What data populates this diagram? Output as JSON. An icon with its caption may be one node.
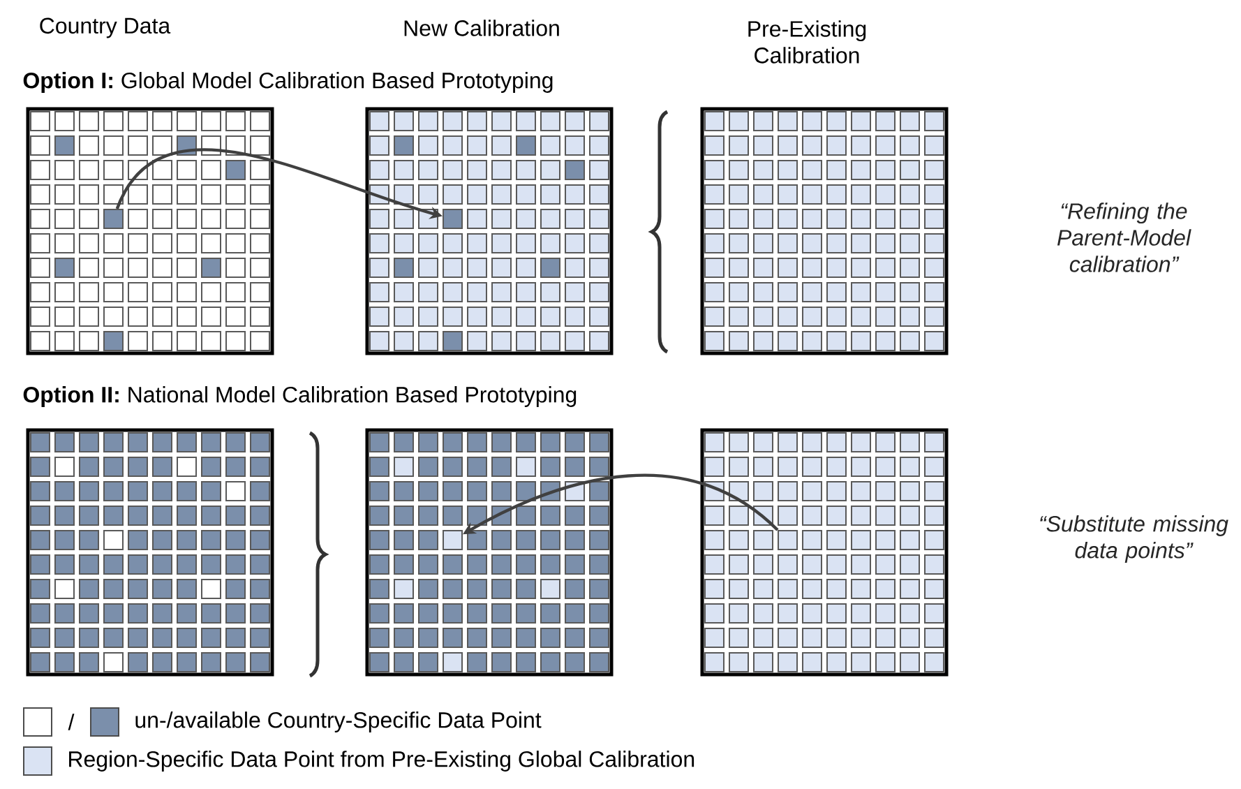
{
  "diagram": {
    "nodes": [
      {
        "text": [],
        "shape": "grid"
      },
      {
        "text": [],
        "shape": "box",
        "in": 0
      },
      {
        "text": [],
        "shape": "grid"
      },
      {
        "text": [],
        "shape": "box",
        "in": 2
      },
      {
        "text": [],
        "shape": "grid"
      },
      {
        "text": [],
        "shape": "grid"
      },
      {
        "text": [],
        "shape": "grid"
      },
      {
        "text": [],
        "shape": "box",
        "in": 6
      },
      {
        "text": [],
        "shape": "grid"
      },
      {
        "text": [],
        "shape": "box",
        "in": 8
      }
    ],
    "edges": [
      {
        "from": 1,
        "to": 3,
        "arrow": "to"
      },
      {
        "from": 9,
        "to": 7,
        "arrow": "to"
      }
    ],
    "labels": [
      "Country Data",
      "New Calibration",
      "Pre-Existing Calibration",
      "**Option I:** Global Model Calibration Based Prototyping",
      "“Refining the Parent-Model calibration”",
      "**Option II:** National Model Calibration Based Prototyping",
      "“Substitute missing data points”",
      "/"
    ],
    "legend": [
      {
        "text": "un-/available Country-Specific Data Point",
        "color": "#7b8fab"
      },
      {
        "text": "Region-Specific Data Point from Pre-Existing Global Calibration",
        "color": "#dae3f3"
      }
    ]
  }
}
